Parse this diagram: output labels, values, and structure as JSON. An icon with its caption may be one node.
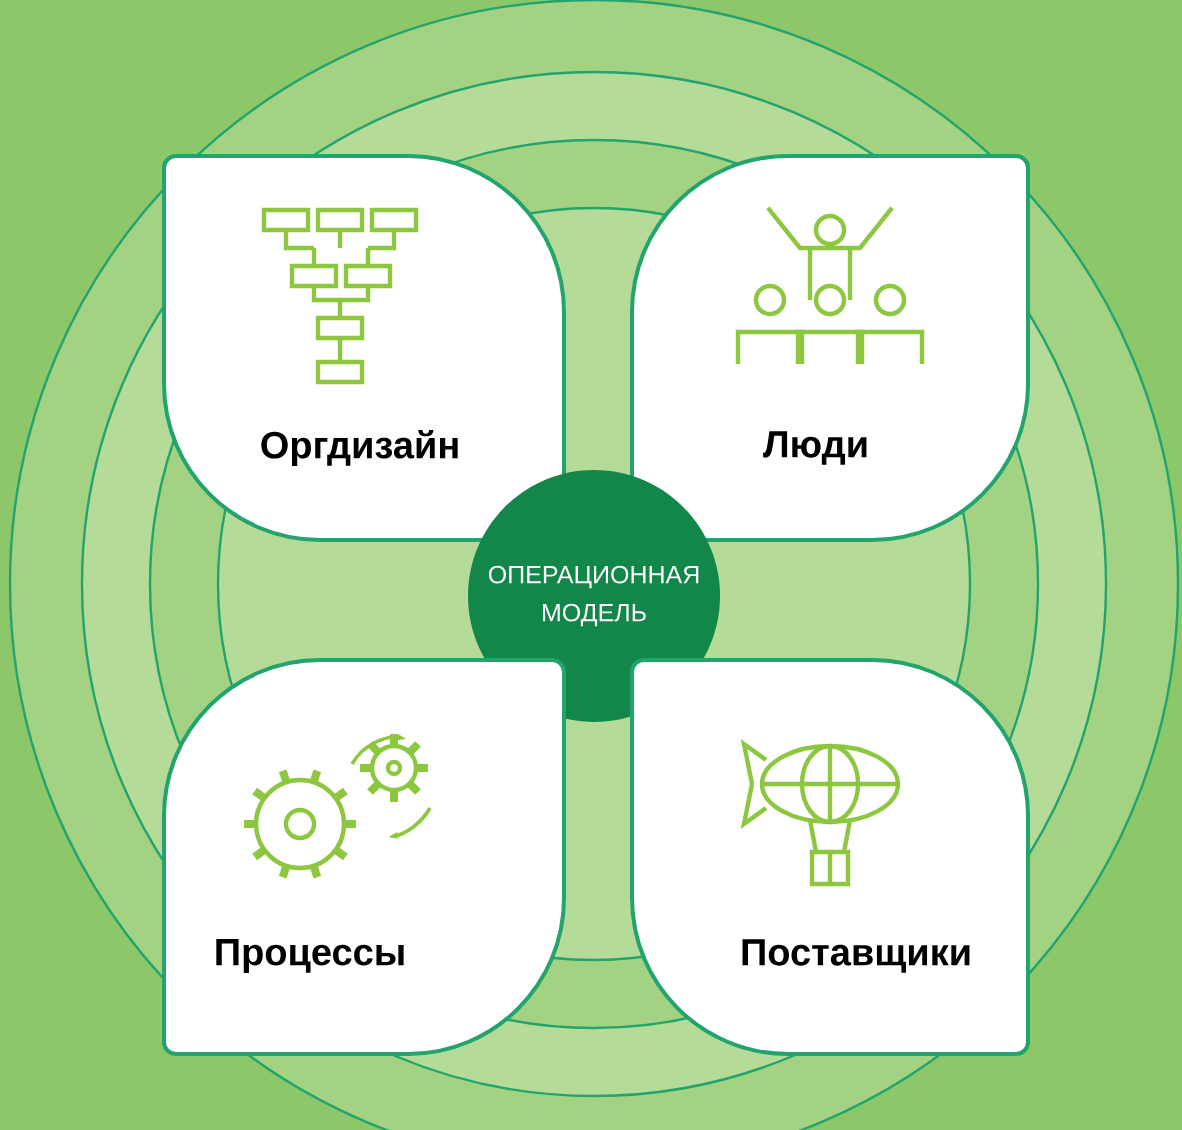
{
  "diagram": {
    "nodes": [
      {
        "text": [
          "Оргдизайн"
        ]
      },
      {
        "text": [
          "Люди"
        ]
      },
      {
        "text": [
          "ОПЕРАЦИОННАЯ МОДЕЛЬ"
        ]
      },
      {
        "text": [
          "Процессы"
        ]
      },
      {
        "text": [
          "Поставщики"
        ]
      }
    ]
  }
}
